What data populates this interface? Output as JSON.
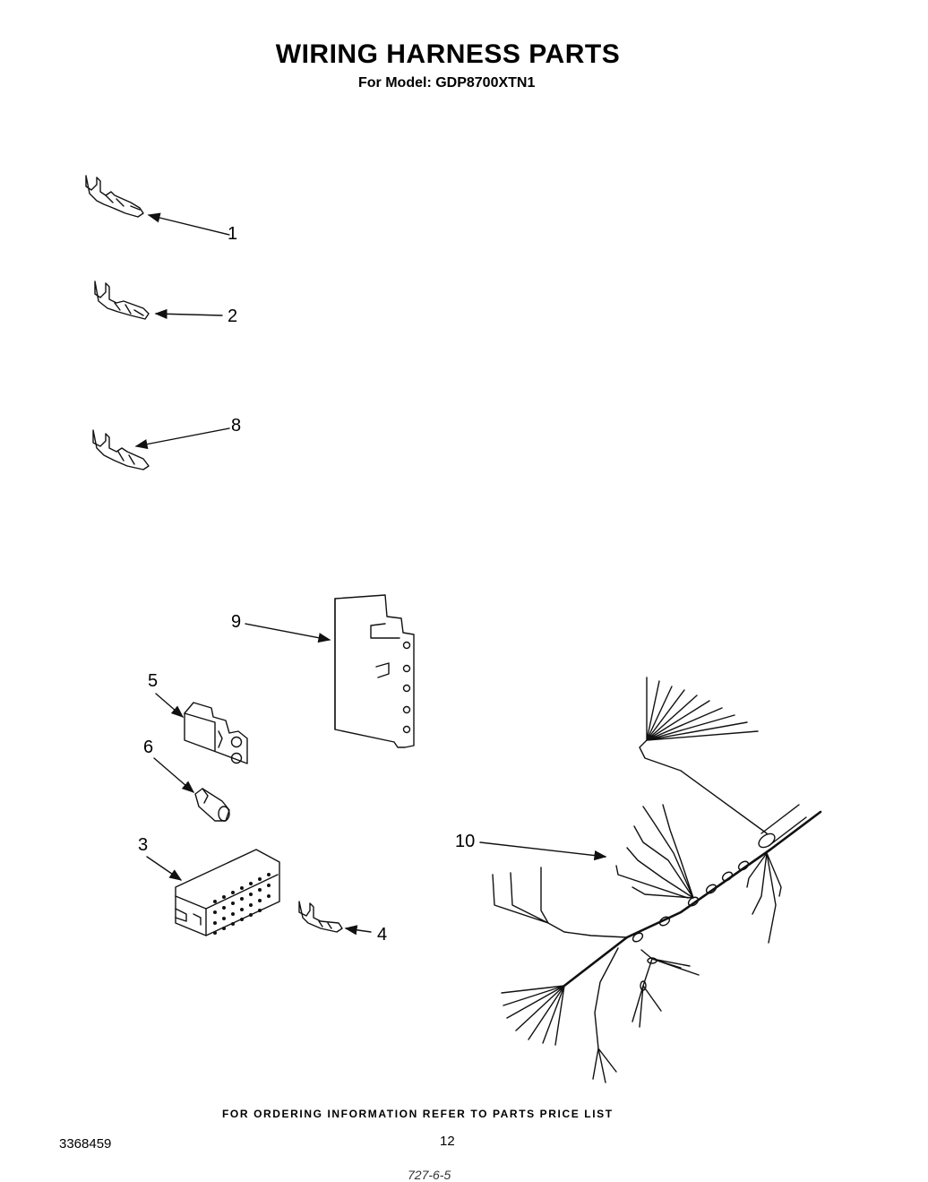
{
  "header": {
    "title": "WIRING HARNESS PARTS",
    "subtitle": "For Model: GDP8700XTN1"
  },
  "callouts": {
    "c1": "1",
    "c2": "2",
    "c3": "3",
    "c4": "4",
    "c5": "5",
    "c6": "6",
    "c8": "8",
    "c9": "9",
    "c10": "10"
  },
  "footer": {
    "note": "FOR ORDERING INFORMATION REFER TO PARTS PRICE LIST",
    "doc_number": "3368459",
    "page_number": "12",
    "scan_mark": "727-6-5"
  }
}
